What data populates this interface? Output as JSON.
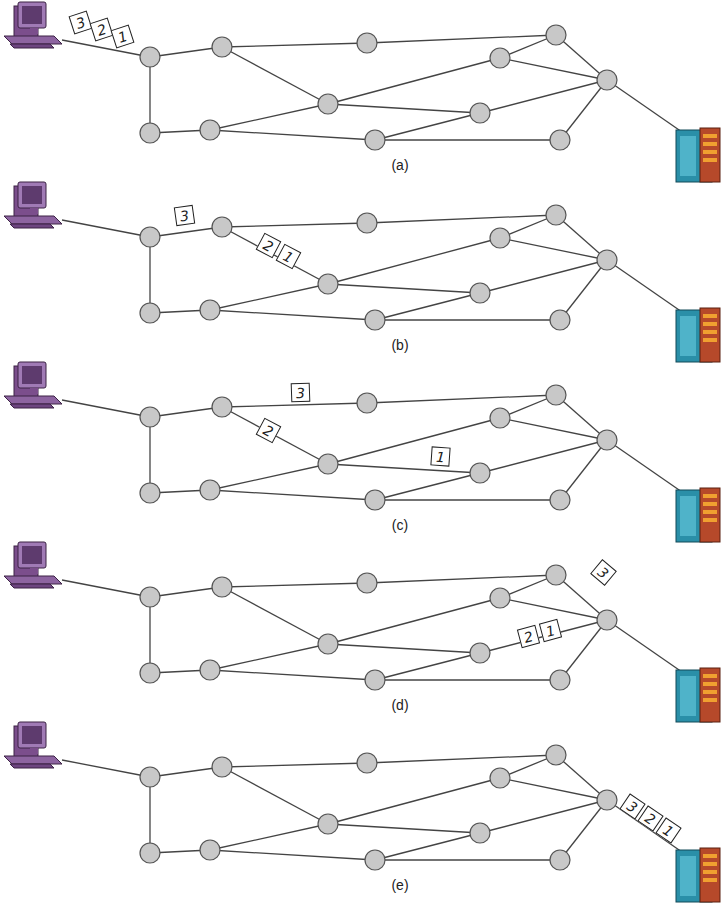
{
  "diagram": {
    "nodes": [
      {
        "text": [
          "3"
        ]
      },
      {
        "text": [
          "2"
        ]
      },
      {
        "text": [
          "1"
        ]
      },
      {
        "text": [
          "3"
        ]
      },
      {
        "text": [
          "2"
        ]
      },
      {
        "text": [
          "1"
        ]
      },
      {
        "text": [
          "3"
        ]
      },
      {
        "text": [
          "2"
        ]
      },
      {
        "text": [
          "1"
        ]
      },
      {
        "text": [
          "3"
        ]
      },
      {
        "text": [
          "2"
        ]
      },
      {
        "text": [
          "1"
        ]
      },
      {
        "text": [
          "3"
        ]
      },
      {
        "text": [
          "2"
        ]
      },
      {
        "text": [
          "1"
        ]
      }
    ],
    "labels": [
      "(a)",
      "(b)",
      "(c)",
      "(d)",
      "(e)"
    ]
  }
}
